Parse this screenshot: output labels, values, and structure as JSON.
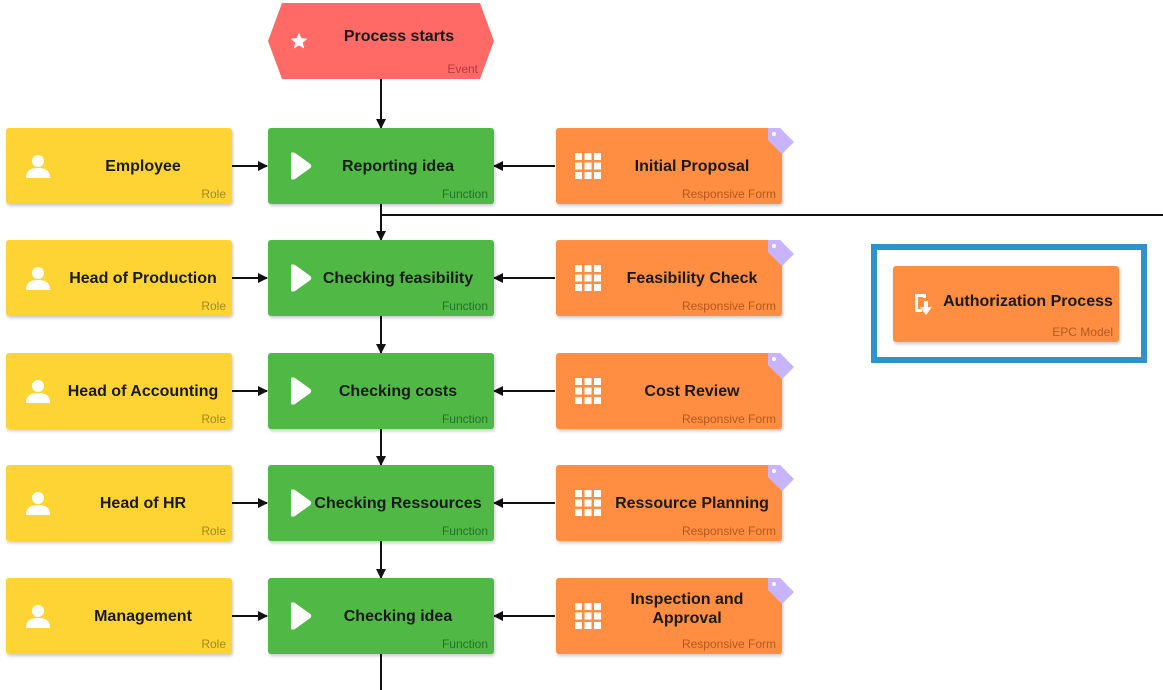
{
  "colors": {
    "role": "#fdd433",
    "function": "#50b946",
    "responsive_form": "#ff8e42",
    "event": "#ff6a66",
    "epc_model": "#ff8e42",
    "highlight": "#2e93c9",
    "connector": "#111111",
    "tag": "#c8b3ff"
  },
  "event": {
    "label": "Process starts",
    "type": "Event",
    "icon": "star-icon"
  },
  "rows": [
    {
      "role": {
        "label": "Employee",
        "type": "Role",
        "icon": "person-icon"
      },
      "function": {
        "label": "Reporting idea",
        "type": "Function",
        "icon": "play-icon"
      },
      "form": {
        "label": "Initial Proposal",
        "type": "Responsive Form",
        "icon": "grid-icon"
      }
    },
    {
      "role": {
        "label": "Head of Production",
        "type": "Role",
        "icon": "person-icon"
      },
      "function": {
        "label": "Checking feasibility",
        "type": "Function",
        "icon": "play-icon"
      },
      "form": {
        "label": "Feasibility Check",
        "type": "Responsive Form",
        "icon": "grid-icon"
      }
    },
    {
      "role": {
        "label": "Head of Accounting",
        "type": "Role",
        "icon": "person-icon"
      },
      "function": {
        "label": "Checking costs",
        "type": "Function",
        "icon": "play-icon"
      },
      "form": {
        "label": "Cost Review",
        "type": "Responsive Form",
        "icon": "grid-icon"
      }
    },
    {
      "role": {
        "label": "Head of HR",
        "type": "Role",
        "icon": "person-icon"
      },
      "function": {
        "label": "Checking Ressources",
        "type": "Function",
        "icon": "play-icon"
      },
      "form": {
        "label": "Ressource Planning",
        "type": "Responsive Form",
        "icon": "grid-icon"
      }
    },
    {
      "role": {
        "label": "Management",
        "type": "Role",
        "icon": "person-icon"
      },
      "function": {
        "label": "Checking idea",
        "type": "Function",
        "icon": "play-icon"
      },
      "form": {
        "label": "Inspection and Approval",
        "type": "Responsive Form",
        "icon": "grid-icon"
      }
    }
  ],
  "epc_model": {
    "label": "Authorization Process",
    "type": "EPC Model",
    "icon": "process-link-icon"
  }
}
